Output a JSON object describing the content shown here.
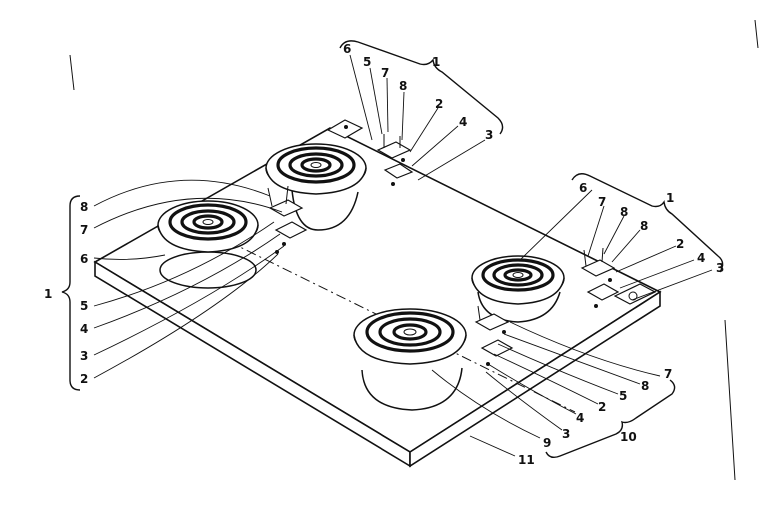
{
  "labels": {
    "l1_top": "1",
    "l6_top": "6",
    "l5_top": "5",
    "l7_top": "7",
    "l8_top": "8",
    "l2_top": "2",
    "l4_top": "4",
    "l3_top": "3",
    "l8_left": "8",
    "l7_left": "7",
    "l6_left": "6",
    "l1_left": "1",
    "l5_left": "5",
    "l4_left": "4",
    "l3_left": "3",
    "l2_left": "2",
    "l6_right": "6",
    "l1_right": "1",
    "l7_right": "7",
    "l8_right_a": "8",
    "l8_right_b": "8",
    "l2_right": "2",
    "l4_right": "4",
    "l3_right": "3",
    "l7_bot": "7",
    "l8_bot": "8",
    "l5_bot": "5",
    "l2_bot": "2",
    "l4_bot": "4",
    "l3_bot": "3",
    "l9_bot": "9",
    "l10_bot": "10",
    "l11_bot": "11"
  }
}
